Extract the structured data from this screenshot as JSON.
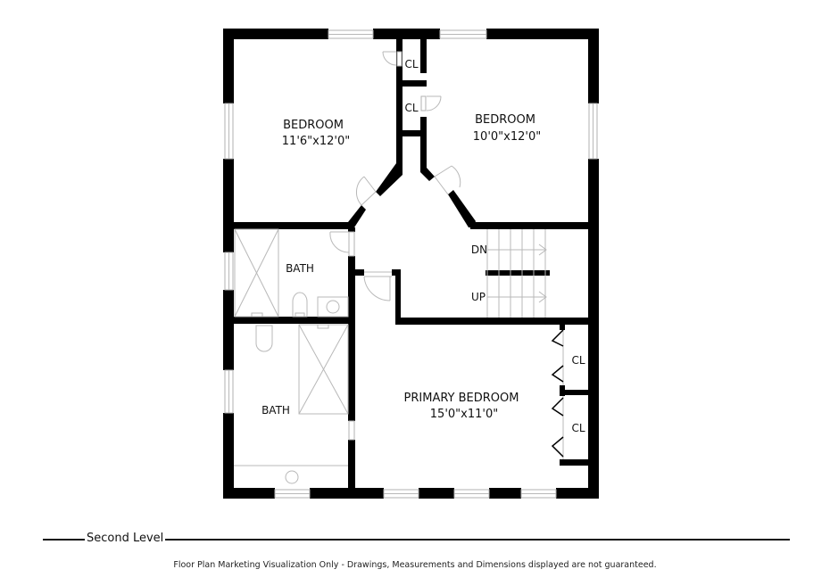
{
  "level": {
    "label": "Second Level"
  },
  "disclaimer": "Floor Plan Marketing Visualization Only - Drawings, Measurements and Dimensions displayed are not guaranteed.",
  "rooms": {
    "bedroom_left": {
      "name": "BEDROOM",
      "size": "11'6\"x12'0\""
    },
    "bedroom_right": {
      "name": "BEDROOM",
      "size": "10'0\"x12'0\""
    },
    "primary_bedroom": {
      "name": "PRIMARY BEDROOM",
      "size": "15'0\"x11'0\""
    },
    "bath_upper": {
      "name": "BATH"
    },
    "bath_lower": {
      "name": "BATH"
    },
    "closet_top_1": {
      "name": "CL"
    },
    "closet_top_2": {
      "name": "CL"
    },
    "closet_primary_1": {
      "name": "CL"
    },
    "closet_primary_2": {
      "name": "CL"
    }
  },
  "stairs": {
    "down_label": "DN",
    "up_label": "UP"
  },
  "colors": {
    "wall": "#000000",
    "fixture": "#b8b8b8",
    "background": "#ffffff"
  }
}
